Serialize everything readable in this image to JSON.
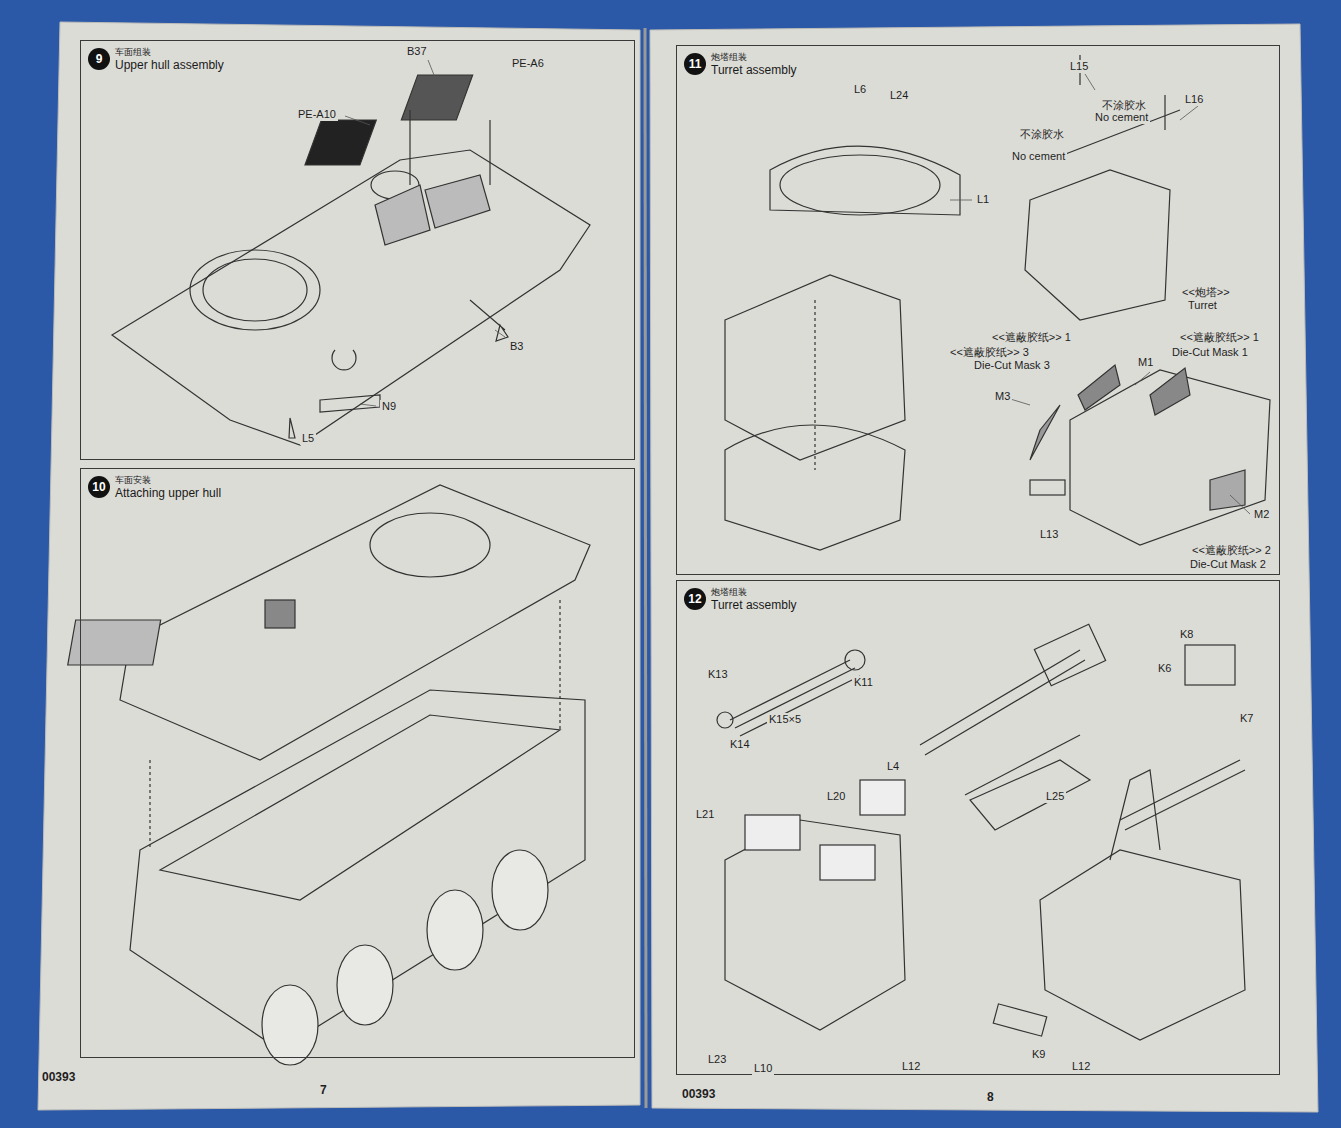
{
  "diagram": {
    "nodes": [
      {
        "text": [
          "车面组装",
          "Upper hull assembly"
        ]
      },
      {
        "text": [
          "9"
        ],
        "in": 0
      },
      {
        "text": [
          "车面安装",
          "Attaching upper hull"
        ]
      },
      {
        "text": [
          "10"
        ],
        "in": 2
      },
      {
        "text": [
          "炮塔组装",
          "Turret assembly"
        ]
      },
      {
        "text": [
          "11"
        ],
        "in": 4
      },
      {
        "text": [
          "炮塔组装",
          "Turret assembly"
        ]
      },
      {
        "text": [
          "12"
        ],
        "in": 6
      }
    ],
    "labels": [
      "B37",
      "PE-A6",
      "PE-A10",
      "B3",
      "N9",
      "L5",
      "L15",
      "L16",
      "不涂胶水",
      "No cement",
      "不涂胶水",
      "No cement",
      "L6",
      "L24",
      "L1",
      "<<炮塔>>",
      "Turret",
      "<<遮蔽胶纸>> 1",
      "<<遮蔽胶纸>> 3",
      "Die-Cut Mask 3",
      "M1",
      "<<遮蔽胶纸>> 1",
      "Die-Cut Mask 1",
      "M3",
      "L13",
      "M2",
      "<<遮蔽胶纸>> 2",
      "Die-Cut Mask 2",
      "K13",
      "K11",
      "K15×5",
      "K14",
      "K8",
      "K6",
      "K7",
      "L4",
      "L21",
      "L20",
      "L25",
      "L23",
      "L10",
      "L12",
      "K9",
      "L12",
      "00393",
      "7",
      "00393",
      "8"
    ]
  }
}
